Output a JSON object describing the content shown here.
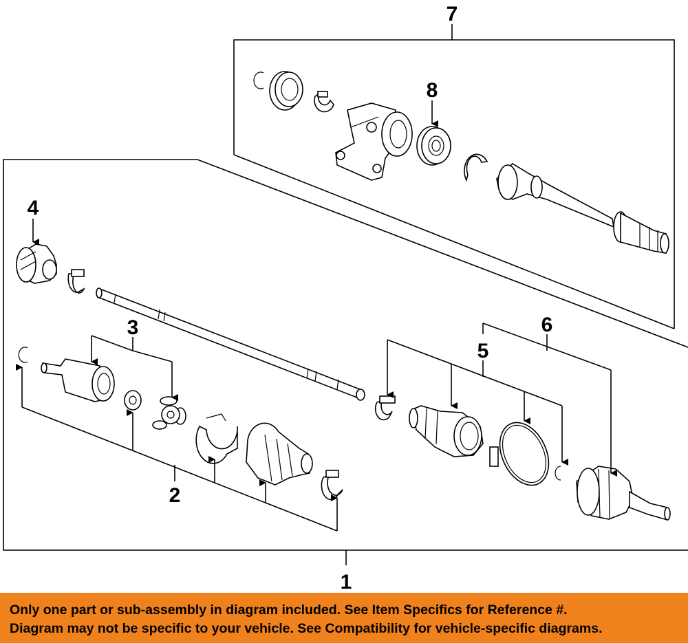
{
  "callouts": {
    "c1": "1",
    "c2": "2",
    "c3": "3",
    "c4": "4",
    "c5": "5",
    "c6": "6",
    "c7": "7",
    "c8": "8"
  },
  "banner": {
    "line1": "Only one part or sub-assembly in diagram included. See Item Specifics for Reference #.",
    "line2": "Diagram may not be specific to your vehicle. See Compatibility for vehicle-specific diagrams."
  },
  "colors": {
    "banner_bg": "#f0821e",
    "line": "#000000"
  }
}
